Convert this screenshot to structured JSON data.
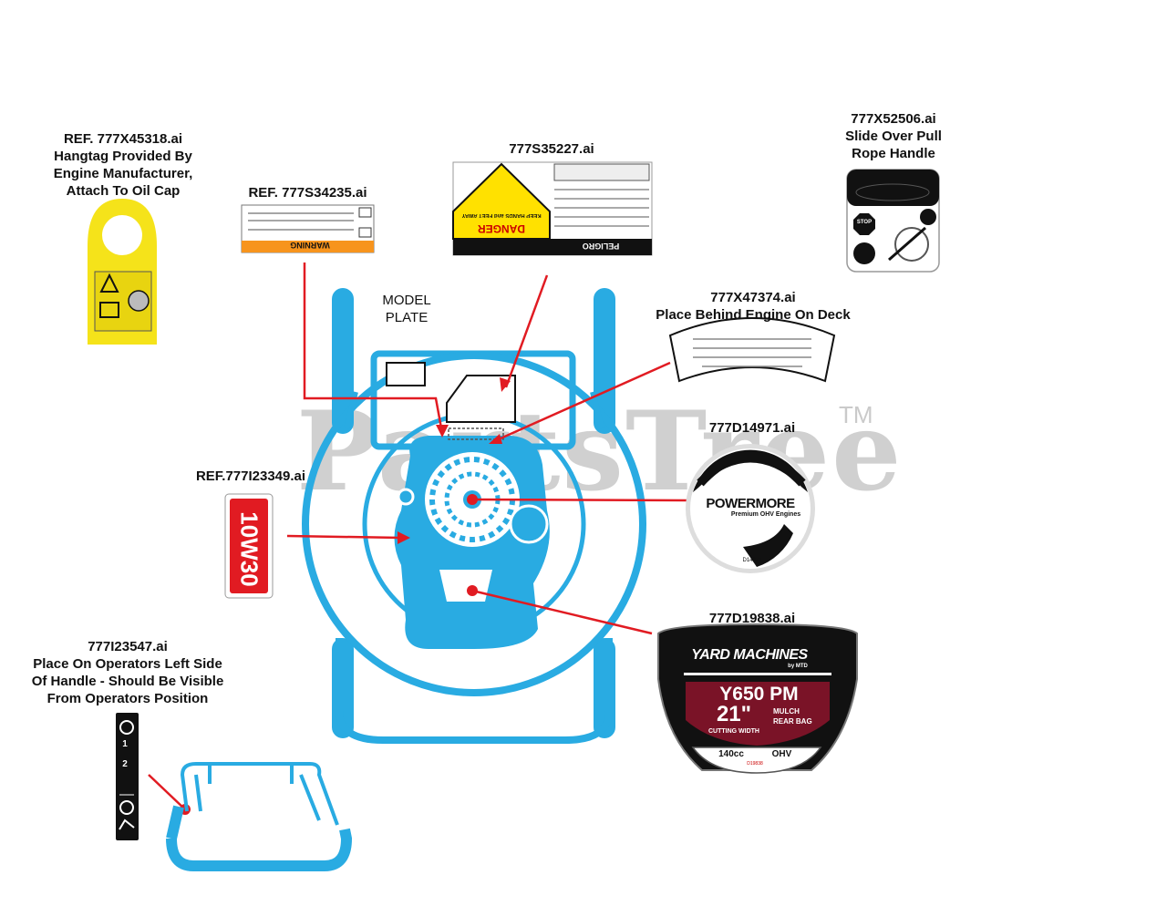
{
  "callouts": {
    "hangtag": [
      "REF. 777X45318.ai",
      "Hangtag Provided By",
      "Engine Manufacturer,",
      "Attach To Oil Cap"
    ],
    "warning_ref": [
      "REF. 777S34235.ai"
    ],
    "danger": [
      "777S35227.ai"
    ],
    "pull_rope": [
      "777X52506.ai",
      "Slide Over Pull",
      "Rope Handle"
    ],
    "model_plate": [
      "MODEL",
      "PLATE"
    ],
    "engine_deck": [
      "777X47374.ai",
      "Place Behind Engine On Deck"
    ],
    "powermore": [
      "777D14971.ai"
    ],
    "oil_ref": [
      "REF.777I23349.ai"
    ],
    "yard_machines": [
      "777D19838.ai"
    ],
    "handle": [
      "777I23547.ai",
      "Place On Operators Left Side",
      "Of Handle - Should Be Visible",
      "From Operators Position"
    ]
  },
  "decals": {
    "warning_banner": "WARNING",
    "danger_title": "DANGER",
    "danger_keep": "KEEP HANDS and FEET AWAY",
    "peligro": "PELIGRO",
    "oil_label": "10W30",
    "stop": "STOP",
    "powermore_brand": "POWERMORE",
    "powermore_sub": "Premium OHV Engines",
    "powermore_code": "D14971",
    "ym_brand": "YARD MACHINES",
    "ym_by": "by MTD",
    "ym_model": "Y650 PM",
    "ym_width": "21\"",
    "ym_cutting": "CUTTING WIDTH",
    "ym_mulch": "MULCH",
    "ym_rear": "REAR BAG",
    "ym_cc": "140cc",
    "ym_ohv": "OHV",
    "ym_code": "D19838",
    "handle_num1": "1",
    "handle_num2": "2"
  },
  "watermark": {
    "text": "PartsTree",
    "tm": "TM"
  },
  "colors": {
    "mower_blue": "#29abe2",
    "arrow_red": "#e11b22",
    "hangtag_yellow": "#f5e31a",
    "danger_yellow": "#ffe100",
    "warning_orange": "#f7941d",
    "ym_maroon": "#7a1327"
  }
}
